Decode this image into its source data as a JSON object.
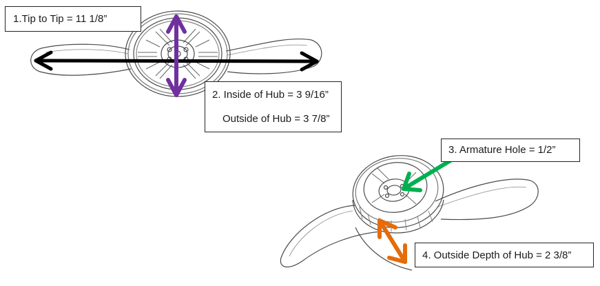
{
  "labels": {
    "tip_to_tip": "1.Tip to Tip = 11 1/8”",
    "inside_hub": "2. Inside of Hub = 3 9/16”",
    "outside_hub": "Outside of Hub = 3 7/8”",
    "armature_hole": "3. Armature Hole = 1/2”",
    "outside_depth": "4. Outside Depth of Hub = 2 3/8”"
  },
  "colors": {
    "tip_arrow": "#000000",
    "hub_arrow": "#7030a0",
    "armature_arrow": "#00b050",
    "depth_arrow": "#e46c0a",
    "sketch": "#4a4a4a"
  }
}
